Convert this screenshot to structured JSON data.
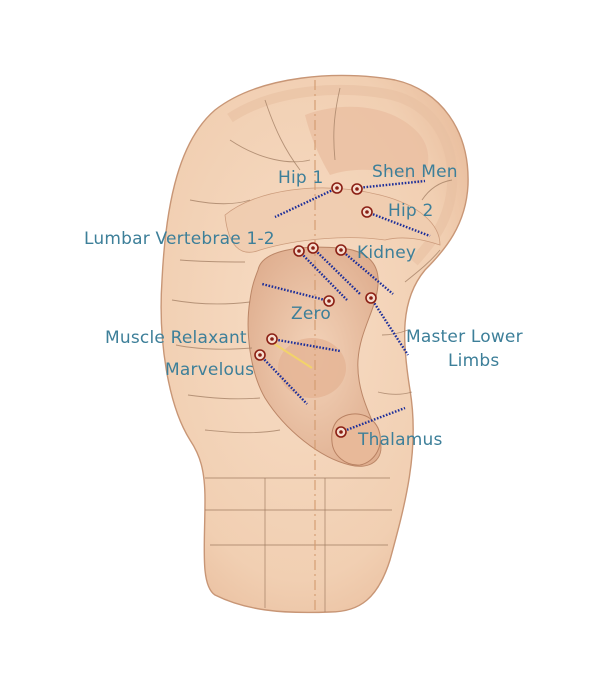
{
  "colors": {
    "label": "#3d7f99",
    "point": "#8a1f14",
    "leader": "#1d2f9a",
    "skin": "#f2d3b8",
    "skin_shadow": "#dca98a"
  },
  "points": [
    {
      "id": "hip-1",
      "label": "Hip 1"
    },
    {
      "id": "shen-men",
      "label": "Shen Men"
    },
    {
      "id": "hip-2",
      "label": "Hip 2"
    },
    {
      "id": "lumbar-vertebrae",
      "label": "Lumbar Vertebrae 1-2"
    },
    {
      "id": "kidney",
      "label": "Kidney"
    },
    {
      "id": "zero",
      "label": "Zero"
    },
    {
      "id": "master-lower-limbs",
      "label": [
        "Master Lower",
        "Limbs"
      ]
    },
    {
      "id": "muscle-relaxant",
      "label": "Muscle Relaxant"
    },
    {
      "id": "marvelous",
      "label": "Marvelous"
    },
    {
      "id": "thalamus",
      "label": "Thalamus"
    }
  ]
}
